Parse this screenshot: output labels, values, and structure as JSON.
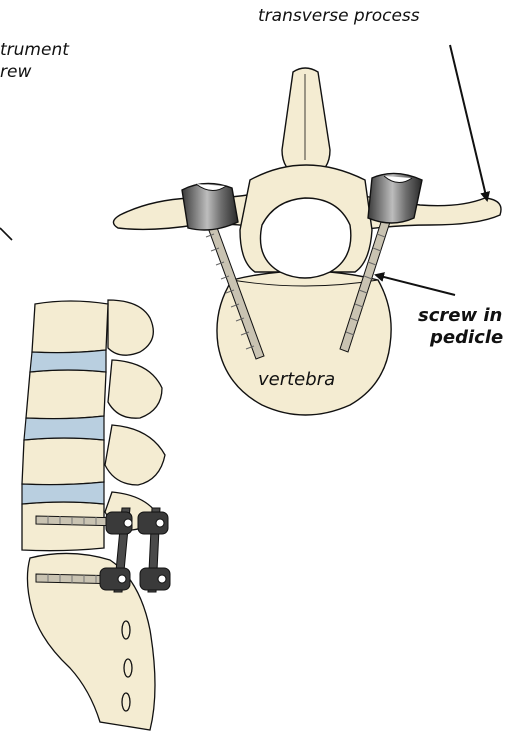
{
  "labels": {
    "transverse_process": "transverse process",
    "instrument_line1": "trument",
    "instrument_line2": "rew",
    "screw_in": "screw in",
    "pedicle": "pedicle",
    "vertebra": "vertebra"
  },
  "colors": {
    "bone": "#f4ecd2",
    "outline": "#111111",
    "disc": "#b9cfe0",
    "screw": "#c9c3b2",
    "screw_head": "#9a9a9a",
    "rod": "#4a4a4a"
  }
}
